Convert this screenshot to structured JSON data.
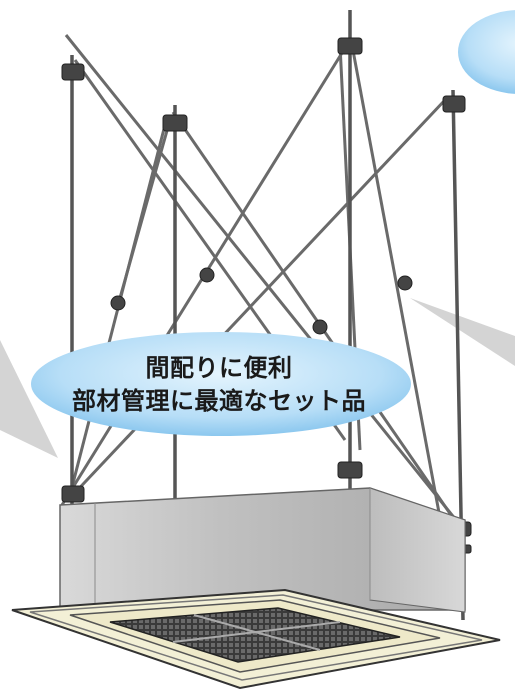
{
  "callout": {
    "line1": "間配りに便利",
    "line2": "部材管理に最適なセット品"
  },
  "colors": {
    "bubble_light": "#d4ecfb",
    "bubble_dark": "#8cc8ee",
    "pointer_gray": "#d0d0d0",
    "rod": "#6a6a6a",
    "panel_light": "#f1efdb",
    "panel_edge": "#555555",
    "shroud": "#c2c2c2"
  },
  "icons": [
    "hanger-bolt-frame-illustration",
    "cassette-ac-unit-illustration",
    "speech-bubble"
  ]
}
